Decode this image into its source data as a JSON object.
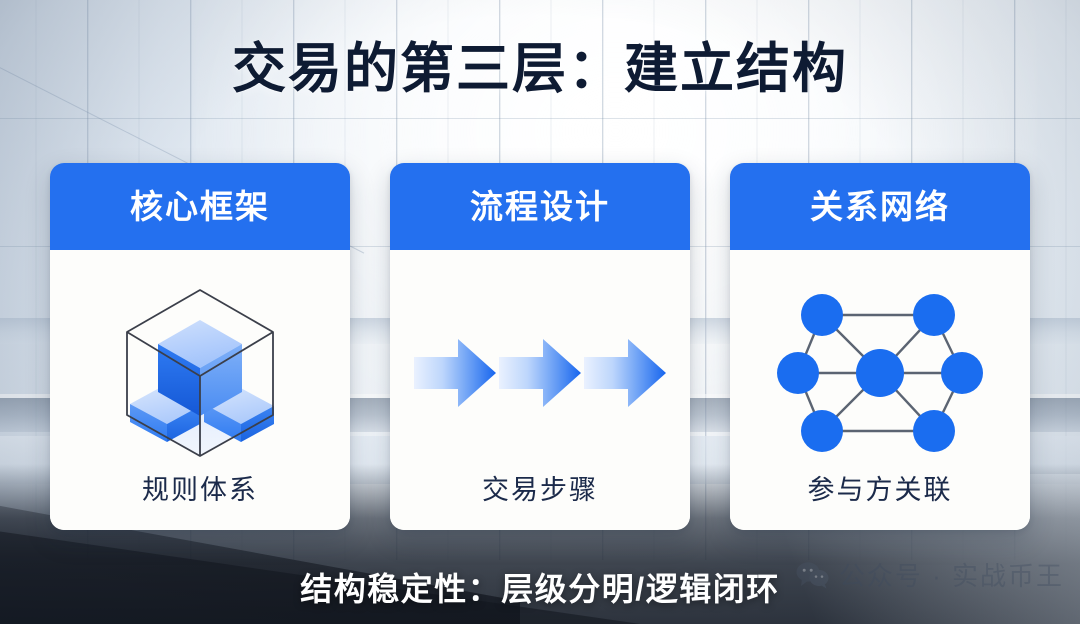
{
  "title": "交易的第三层：建立结构",
  "cards": [
    {
      "header": "核心框架",
      "caption": "规则体系",
      "icon": "isometric-cube-icon"
    },
    {
      "header": "流程设计",
      "caption": "交易步骤",
      "icon": "process-arrows-icon"
    },
    {
      "header": "关系网络",
      "caption": "参与方关联",
      "icon": "network-graph-icon"
    }
  ],
  "footer": {
    "statement": "结构稳定性：层级分明/逻辑闭环",
    "watermark": "公众号 · 实战币王",
    "watermark_icon": "wechat-icon"
  },
  "colors": {
    "header_blue": "#2470ef",
    "title_navy": "#0e1b33",
    "caption_navy": "#1b2a4a",
    "card_bg": "#fdfdfb",
    "icon_blue_dark": "#1f6ef0",
    "icon_blue_light": "#bcd4fb",
    "node_blue": "#1a6df0",
    "edge_gray": "#5b6472"
  }
}
